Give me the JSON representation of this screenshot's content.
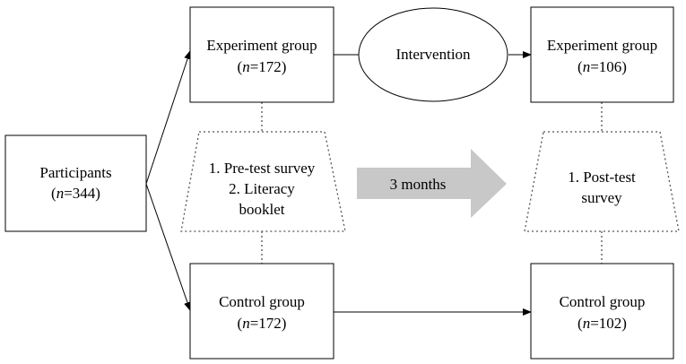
{
  "participants": {
    "line1": "Participants",
    "n_label": "n",
    "n_value": "=344"
  },
  "exp_pre": {
    "line1": "Experiment group",
    "n_label": "n",
    "n_value": "=172"
  },
  "exp_post": {
    "line1": "Experiment group",
    "n_label": "n",
    "n_value": "=106"
  },
  "ctrl_pre": {
    "line1": "Control group",
    "n_label": "n",
    "n_value": "=172"
  },
  "ctrl_post": {
    "line1": "Control group",
    "n_label": "n",
    "n_value": "=102"
  },
  "intervention": {
    "label": "Intervention"
  },
  "pretest": {
    "line1": "1. Pre-test survey",
    "line2": "2. Literacy",
    "line3": "booklet"
  },
  "posttest": {
    "line1": "1. Post-test",
    "line2": "survey"
  },
  "timeline": {
    "label": "3 months"
  },
  "colors": {
    "stroke": "#000000",
    "dotted": "#555555",
    "arrow_fill": "#c8c8c8"
  }
}
